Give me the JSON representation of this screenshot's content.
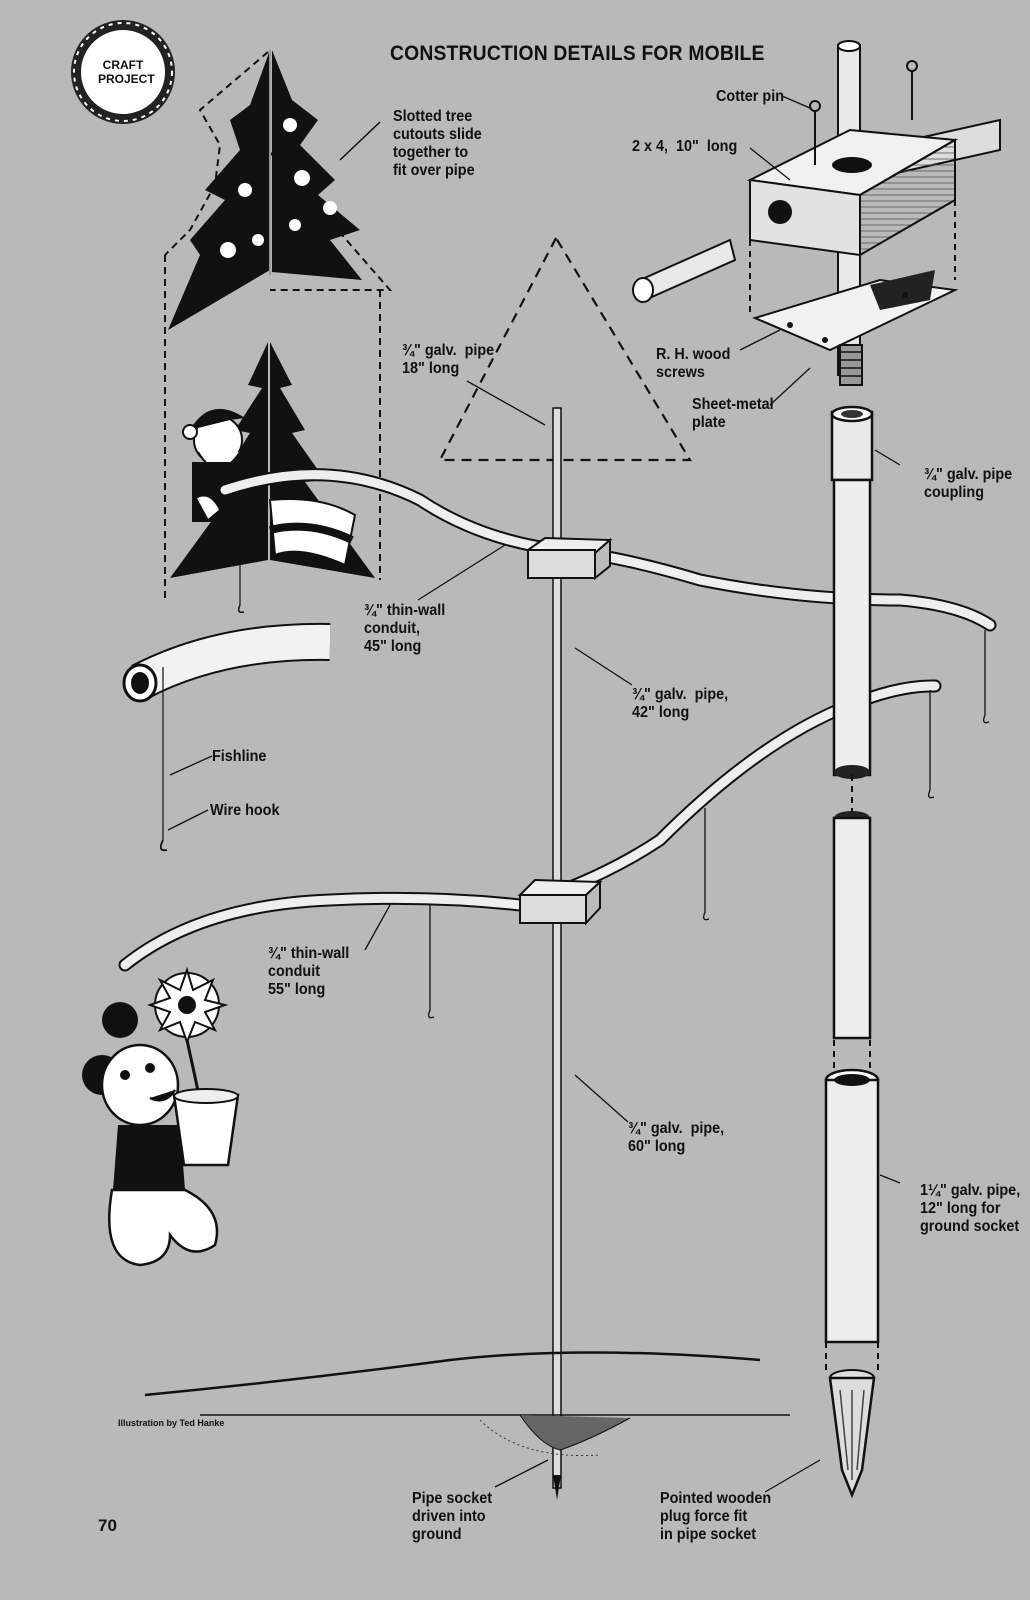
{
  "header": {
    "badge_line1": "CRAFT",
    "badge_line2": "PROJECT",
    "title": "CONSTRUCTION DETAILS FOR MOBILE"
  },
  "labels": {
    "slotted_tree": "Slotted tree\ncutouts slide\ntogether to\nfit over pipe",
    "cotter_pin": "Cotter pin",
    "two_by_four": "2 x 4,  10\"  long",
    "galv_pipe_18": "¾\" galv.  pipe\n18\" long",
    "rh_wood_screws": "R. H. wood\nscrews",
    "sheet_metal_plate": "Sheet-metal\nplate",
    "pipe_coupling": "¾\" galv. pipe\ncoupling",
    "conduit_45": "¾\" thin-wall\nconduit,\n45\" long",
    "galv_pipe_42": "¾\" galv.  pipe,\n42\" long",
    "fishline": "Fishline",
    "wire_hook": "Wire hook",
    "conduit_55": "¾\" thin-wall\nconduit\n55\" long",
    "galv_pipe_60": "¾\" galv.  pipe,\n60\" long",
    "ground_socket_pipe": "1¼\" galv. pipe,\n12\" long for\nground socket",
    "pipe_socket": "Pipe socket\ndriven into\nground",
    "wooden_plug": "Pointed wooden\nplug force fit\nin pipe socket"
  },
  "footer": {
    "credit": "Illustration by Ted Hanke",
    "page_number": "70"
  }
}
